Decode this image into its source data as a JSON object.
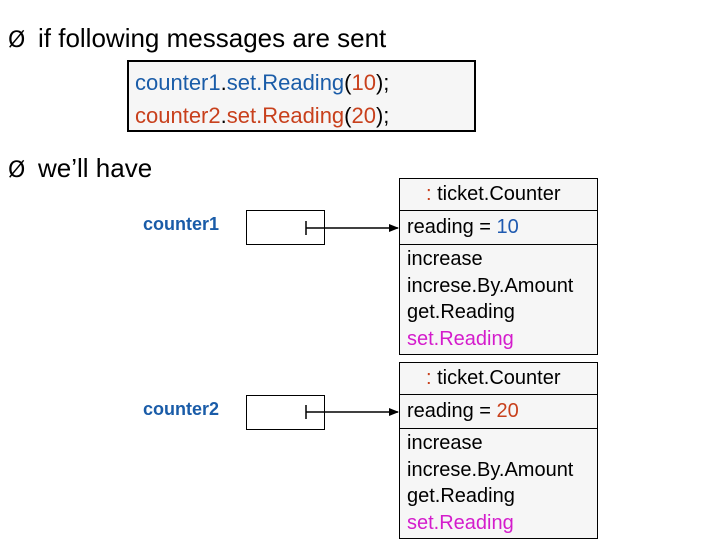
{
  "bullets": [
    {
      "glyph": "Ø",
      "text": "if following messages are sent"
    },
    {
      "glyph": "Ø",
      "text": "we’ll have"
    }
  ],
  "code": {
    "line1": {
      "ref": "counter1",
      "dot": ".",
      "method": "set.Reading",
      "open": "(",
      "arg": "10",
      "close": ");"
    },
    "line2": {
      "ref": "counter2",
      "dot": ".",
      "method": "set.Reading",
      "open": "(",
      "arg": "20",
      "close": ");"
    }
  },
  "objects": [
    {
      "ref_label": "counter1",
      "title_colon": ":",
      "title_class": " ticket.Counter",
      "attr_name": "reading = ",
      "attr_value": "10",
      "methods": [
        "increase",
        "increse.By.Amount",
        "get.Reading",
        "set.Reading"
      ]
    },
    {
      "ref_label": "counter2",
      "title_colon": ":",
      "title_class": " ticket.Counter",
      "attr_name": "reading = ",
      "attr_value": "20",
      "methods": [
        "increase",
        "increse.By.Amount",
        "get.Reading",
        "set.Reading"
      ]
    }
  ],
  "colors": {
    "reference_blue": "#1a5ca8",
    "argument_red": "#c8401c",
    "setter_magenta": "#d41ccc",
    "box_fill": "#f6f6f6"
  }
}
